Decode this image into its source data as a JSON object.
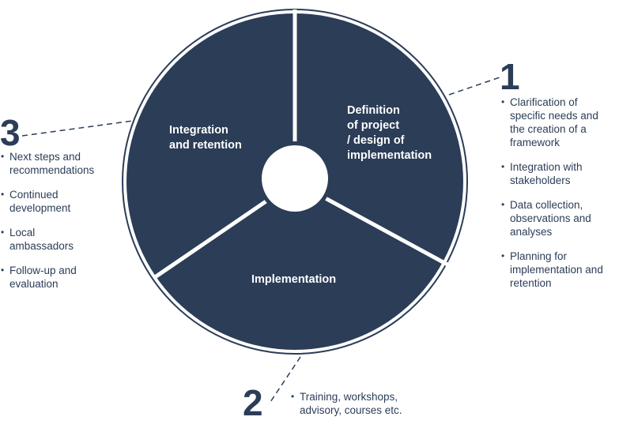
{
  "colors": {
    "segment": "#2b3d57",
    "text": "#2b3d57",
    "divider": "#ffffff"
  },
  "segments": {
    "definition": "Definition\nof project\n/ design of\nimplementation",
    "implementation": "Implementation",
    "integration": "Integration\nand retention"
  },
  "phase1": {
    "number": "1",
    "items": [
      "Clarification of\nspecific needs and\nthe creation of a\nframework",
      "Integration with\nstakeholders",
      "Data collection,\nobservations and\nanalyses",
      "Planning for\nimplementation and\nretention"
    ]
  },
  "phase2": {
    "number": "2",
    "items": [
      "Training, workshops,\nadvisory, courses etc."
    ]
  },
  "phase3": {
    "number": "3",
    "items": [
      "Next steps and\nrecommendations",
      "Continued\ndevelopment",
      "Local\nambassadors",
      "Follow-up and\nevaluation"
    ]
  }
}
